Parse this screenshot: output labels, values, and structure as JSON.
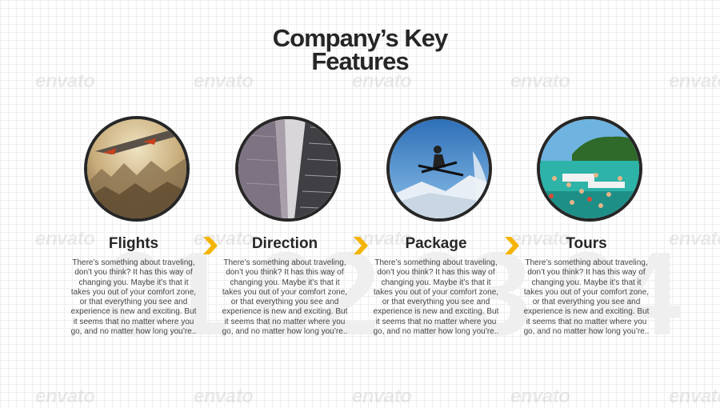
{
  "slide": {
    "title_line1": "Company’s Key",
    "title_line2": "Features",
    "watermark_text": "envato",
    "accent_color": "#f5b400",
    "text_color": "#262626"
  },
  "features": [
    {
      "label": "Flights",
      "number": "01",
      "image": "airplane-wing-over-mountains",
      "description": "There’s something about traveling, don’t you think? It has this way of changing you. Maybe it’s that it takes you out of your comfort zone, or that everything you see and experience is new and exciting. But it seems that no matter where you go, and no matter how long you’re.."
    },
    {
      "label": "Direction",
      "number": "02",
      "image": "skyscrapers-looking-up",
      "description": "There’s something about traveling, don’t you think? It has this way of changing you. Maybe it’s that it takes you out of your comfort zone, or that everything you see and experience is new and exciting. But it seems that no matter where you go, and no matter how long you’re.."
    },
    {
      "label": "Package",
      "number": "03",
      "image": "skier-jumping",
      "description": "There’s something about traveling, don’t you think? It has this way of changing you. Maybe it’s that it takes you out of your comfort zone, or that everything you see and experience is new and exciting. But it seems that no matter where you go, and no matter how long you’re.."
    },
    {
      "label": "Tours",
      "number": "04",
      "image": "tropical-beach-swimmers",
      "description": "There’s something about traveling, don’t you think? It has this way of changing you. Maybe it’s that it takes you out of your comfort zone, or that everything you see and experience is new and exciting. But it seems that no matter where you go, and no matter how long you’re.."
    }
  ]
}
